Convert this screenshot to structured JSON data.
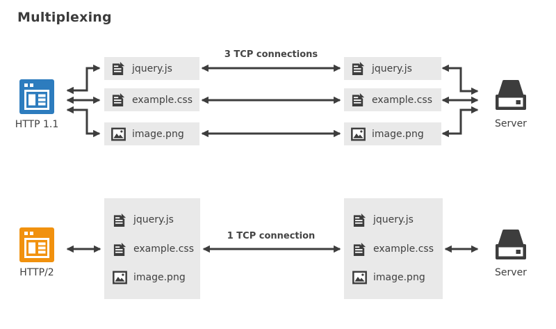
{
  "title": "Multiplexing",
  "colors": {
    "http11_blue": "#2d7cbe",
    "http2_orange": "#f1910e",
    "icon_dark": "#3d3d3d",
    "box_background": "#e9e9e9",
    "text": "#3f3f3f"
  },
  "top": {
    "client_label": "HTTP 1.1",
    "server_label": "Server",
    "connection_label": "3 TCP connections",
    "files": [
      {
        "name": "jquery.js",
        "icon": "document-icon"
      },
      {
        "name": "example.css",
        "icon": "document-icon"
      },
      {
        "name": "image.png",
        "icon": "image-icon"
      }
    ]
  },
  "bottom": {
    "client_label": "HTTP/2",
    "server_label": "Server",
    "connection_label": "1 TCP connection",
    "files": [
      {
        "name": "jquery.js",
        "icon": "document-icon"
      },
      {
        "name": "example.css",
        "icon": "document-icon"
      },
      {
        "name": "image.png",
        "icon": "image-icon"
      }
    ]
  }
}
